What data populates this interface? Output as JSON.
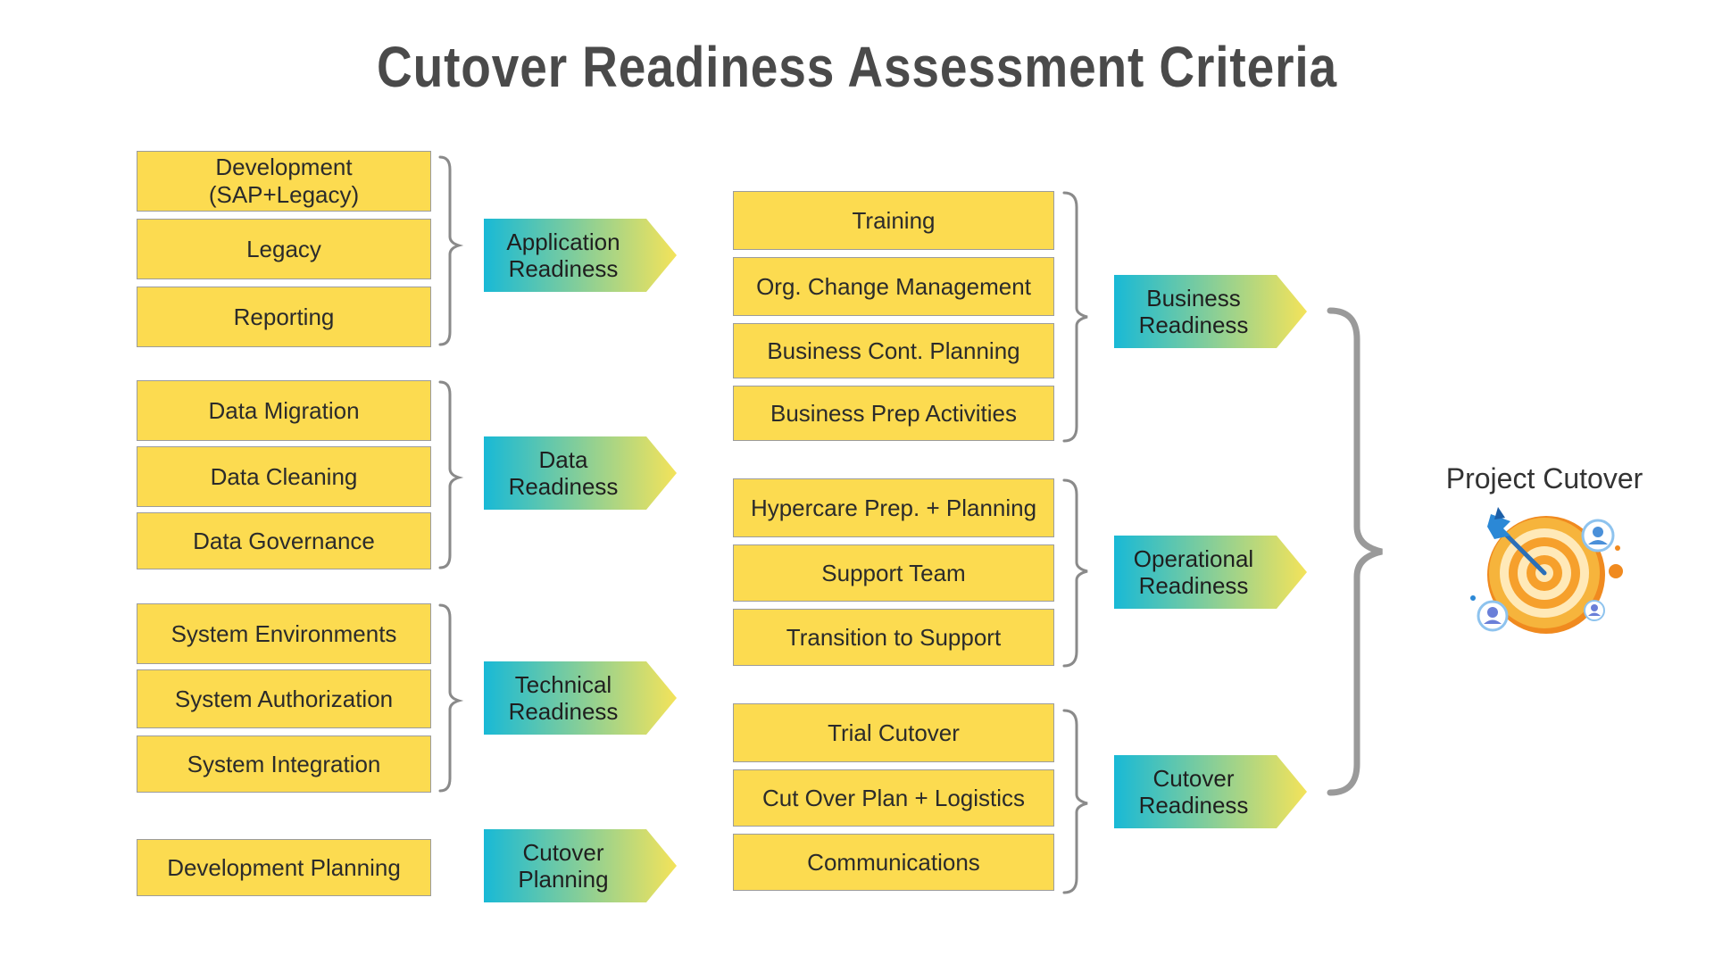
{
  "title": "Cutover Readiness Assessment Criteria",
  "left_groups": [
    {
      "items": [
        "Development (SAP+Legacy)",
        "Legacy",
        "Reporting"
      ],
      "target": "Application\nReadiness"
    },
    {
      "items": [
        "Data Migration",
        "Data Cleaning",
        "Data Governance"
      ],
      "target": "Data\nReadiness"
    },
    {
      "items": [
        "System Environments",
        "System Authorization",
        "System Integration"
      ],
      "target": "Technical\nReadiness"
    },
    {
      "items": [
        "Development Planning"
      ],
      "target": "Cutover\nPlanning"
    }
  ],
  "middle_groups": [
    {
      "items": [
        "Training",
        "Org. Change Management",
        "Business Cont. Planning",
        "Business Prep Activities"
      ],
      "target": "Business\nReadiness"
    },
    {
      "items": [
        "Hypercare Prep. + Planning",
        "Support Team",
        "Transition to Support"
      ],
      "target": "Operational\nReadiness"
    },
    {
      "items": [
        "Trial Cutover",
        "Cut Over Plan + Logistics",
        "Communications"
      ],
      "target": "Cutover\nReadiness"
    }
  ],
  "goal": {
    "label": "Project Cutover",
    "icon": "target-icon"
  },
  "colors": {
    "box_fill": "#fcdb50",
    "arrow_start": "#18b9d6",
    "arrow_end": "#f2e35a",
    "title": "#4a4a4a",
    "bracket": "#8a8a8a"
  }
}
